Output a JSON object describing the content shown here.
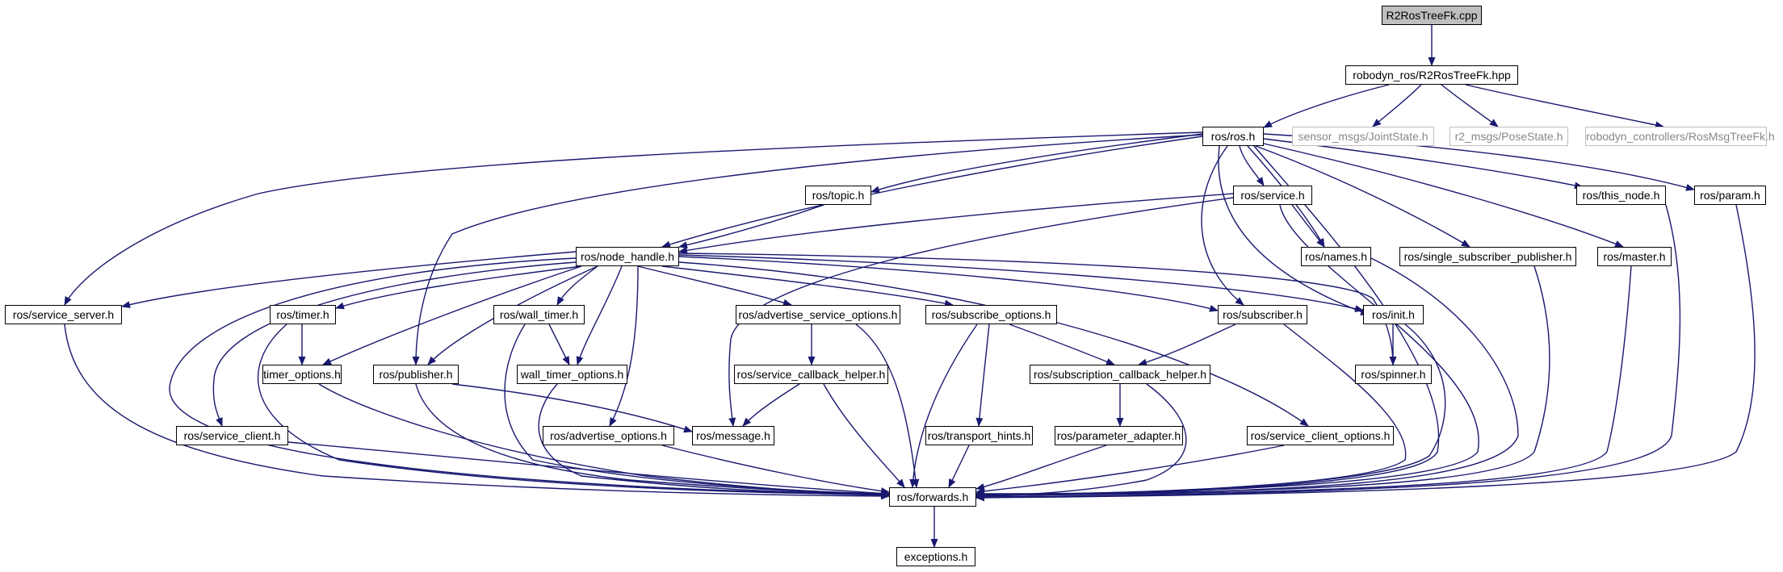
{
  "colors": {
    "edge": "#191970",
    "root_fill": "#bfbfbf",
    "ext_border": "#bfbfbf",
    "ext_text": "#888888"
  },
  "nodes": {
    "root": "R2RosTreeFk.cpp",
    "r2rostreefk_hpp": "robodyn_ros/R2RosTreeFk.hpp",
    "ros_h": "ros/ros.h",
    "jointstate_h": "sensor_msgs/JointState.h",
    "posestate_h": "r2_msgs/PoseState.h",
    "rosmsgtreefk_h": "robodyn_controllers/RosMsgTreeFk.h",
    "topic_h": "ros/topic.h",
    "service_h": "ros/service.h",
    "this_node_h": "ros/this_node.h",
    "param_h": "ros/param.h",
    "node_handle_h": "ros/node_handle.h",
    "names_h": "ros/names.h",
    "single_subscriber_publisher_h": "ros/single_subscriber_publisher.h",
    "master_h": "ros/master.h",
    "service_server_h": "ros/service_server.h",
    "timer_h": "ros/timer.h",
    "wall_timer_h": "ros/wall_timer.h",
    "advertise_service_options_h": "ros/advertise_service_options.h",
    "subscribe_options_h": "ros/subscribe_options.h",
    "subscriber_h": "ros/subscriber.h",
    "init_h": "ros/init.h",
    "timer_options_h": "timer_options.h",
    "publisher_h": "ros/publisher.h",
    "wall_timer_options_h": "wall_timer_options.h",
    "service_callback_helper_h": "ros/service_callback_helper.h",
    "subscription_callback_helper_h": "ros/subscription_callback_helper.h",
    "spinner_h": "ros/spinner.h",
    "service_client_h": "ros/service_client.h",
    "advertise_options_h": "ros/advertise_options.h",
    "message_h": "ros/message.h",
    "transport_hints_h": "ros/transport_hints.h",
    "parameter_adapter_h": "ros/parameter_adapter.h",
    "service_client_options_h": "ros/service_client_options.h",
    "forwards_h": "ros/forwards.h",
    "exceptions_h": "exceptions.h"
  }
}
